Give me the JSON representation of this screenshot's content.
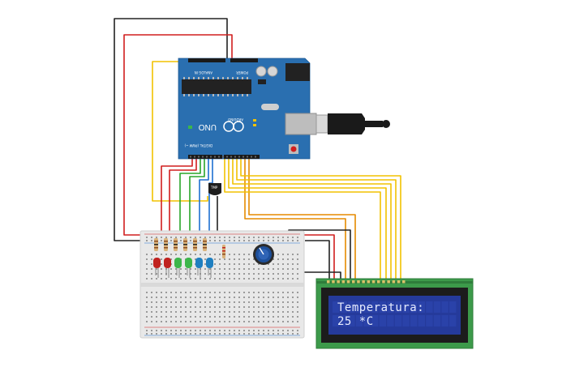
{
  "lcd": {
    "line1": "Temperatura:",
    "line2": "25 *C"
  },
  "arduino": {
    "brand": "ARDUINO",
    "model": "UNO",
    "power_label": "POWER",
    "analog_label": "ANALOG IN",
    "digital_label": "DIGITAL (PWM ~)"
  },
  "sensor": {
    "label": "TMP"
  },
  "colors": {
    "board": "#2a6fb0",
    "lcd_pcb": "#3c9a4a",
    "lcd_screen": "#253a9b",
    "wire_red": "#d11e1e",
    "wire_black": "#222222",
    "wire_yellow": "#f2c200",
    "wire_orange": "#e58a00",
    "wire_green": "#2aa52a",
    "wire_blue": "#1e6fd1",
    "breadboard": "#e9e9e9"
  },
  "leds": [
    {
      "color": "#c0221f"
    },
    {
      "color": "#c0221f"
    },
    {
      "color": "#3cb64a"
    },
    {
      "color": "#3cb64a"
    },
    {
      "color": "#1f7fc0"
    },
    {
      "color": "#1f7fc0"
    }
  ]
}
